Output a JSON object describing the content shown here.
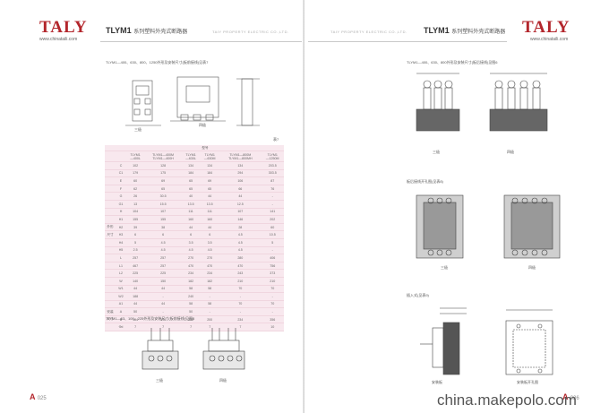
{
  "left_page": {
    "logo": "TALY",
    "url": "www.chinataili.com",
    "series_title": "TLYM1",
    "series_subtitle": "系列塑料外壳式断路器",
    "company": "TAIY PROPERTY ELECTRIC CO.,LTD.",
    "caption_top": "TLYM1—400、630、800、1250外形及安装尺寸(板前接线)见表7",
    "table_label": "表7",
    "caption_bottom": "TLYM1—63、100、225外形及安装尺寸(板前接线)见图5",
    "label_sanji": "三极",
    "label_siji": "四极",
    "label_front_a": "三极",
    "label_front_b": "四极",
    "page_letter": "A",
    "page_number": "025"
  },
  "right_page": {
    "logo": "TALY",
    "url": "www.chinataili.com",
    "series_title": "TLYM1",
    "series_subtitle": "系列塑料外壳式断路器",
    "company": "TAIY PROPERTY ELECTRIC CO.,LTD.",
    "caption_top": "TLYM1—400、630、800外形及安装尺寸(板后接线)见图6",
    "label_sanji": "三极",
    "label_siji": "四极",
    "caption_mid": "板后接线开孔图(见表8)",
    "label_mid_a": "三极",
    "label_mid_b": "四极",
    "caption_bottom": "插入式(见表9)",
    "label_install": "安装板",
    "label_install_hole": "安装板开孔图",
    "page_letter": "A",
    "page_number": "026"
  },
  "watermark": "china.makepolo.com",
  "spec_table": {
    "header_model": "型号",
    "columns": [
      "TLYM1\n—400L",
      "TLYM1—400M\nTLYM1—400H",
      "TLYM1\n—630L",
      "TLYM1\n—630M",
      "TLYM1—800M\nTLYM1—800MH",
      "TLYM1\n—1250M"
    ],
    "rows": [
      {
        "group": "",
        "sym": "C",
        "vals": [
          "102",
          "128",
          "134",
          "134",
          "134",
          "203.5"
        ]
      },
      {
        "group": "",
        "sym": "C1",
        "vals": [
          "179",
          "175",
          "184",
          "184",
          "294",
          "303.5"
        ]
      },
      {
        "group": "",
        "sym": "E",
        "vals": [
          "60",
          "69",
          "65",
          "69",
          "106",
          "87"
        ]
      },
      {
        "group": "",
        "sym": "F",
        "vals": [
          "62",
          "65",
          "65",
          "65",
          "66",
          "76"
        ]
      },
      {
        "group": "",
        "sym": "G",
        "vals": [
          "26",
          "30.5",
          "40",
          "44",
          "44",
          "-"
        ]
      },
      {
        "group": "",
        "sym": "G1",
        "vals": [
          "13",
          "15.5",
          "13.5",
          "13.5",
          "12.5",
          "-"
        ]
      },
      {
        "group": "",
        "sym": "H",
        "vals": [
          "104",
          "107",
          "111",
          "111",
          "107",
          "141"
        ]
      },
      {
        "group": "",
        "sym": "H1",
        "vals": [
          "155",
          "155",
          "160",
          "160",
          "146",
          "202"
        ]
      },
      {
        "group": "外形",
        "sym": "H2",
        "vals": [
          "39",
          "38",
          "44",
          "44",
          "28",
          "60"
        ]
      },
      {
        "group": "尺寸",
        "sym": "H3",
        "vals": [
          "6",
          "6",
          "6",
          "6",
          "4.5",
          "10.5"
        ]
      },
      {
        "group": "",
        "sym": "H4",
        "vals": [
          "5",
          "4.5",
          "3.5",
          "3.5",
          "4.5",
          "5"
        ]
      },
      {
        "group": "",
        "sym": "H5",
        "vals": [
          "2.5",
          "4.5",
          "4.5",
          "4.5",
          "4.5",
          "-"
        ]
      },
      {
        "group": "",
        "sym": "L",
        "vals": [
          "257",
          "257",
          "270",
          "270",
          "280",
          "406"
        ]
      },
      {
        "group": "",
        "sym": "L1",
        "vals": [
          "467",
          "257",
          "470",
          "470",
          "470",
          "756"
        ]
      },
      {
        "group": "",
        "sym": "L2",
        "vals": [
          "225",
          "225",
          "234",
          "234",
          "243",
          "373"
        ]
      },
      {
        "group": "",
        "sym": "W",
        "vals": [
          "140",
          "150",
          "182",
          "182",
          "210",
          "210"
        ]
      },
      {
        "group": "",
        "sym": "W1",
        "vals": [
          "44",
          "44",
          "58",
          "58",
          "70",
          "70"
        ]
      },
      {
        "group": "",
        "sym": "W2",
        "vals": [
          "188",
          "-",
          "240",
          "-",
          "-",
          "-"
        ]
      },
      {
        "group": "",
        "sym": "A1",
        "vals": [
          "44",
          "44",
          "58",
          "58",
          "70",
          "70"
        ]
      },
      {
        "group": "安装",
        "sym": "A",
        "vals": [
          "50",
          "-",
          "50",
          "-",
          "-",
          "-"
        ]
      },
      {
        "group": "尺寸",
        "sym": "B",
        "vals": [
          "194",
          "194",
          "200",
          "200",
          "234",
          "356"
        ]
      },
      {
        "group": "",
        "sym": "Φd",
        "vals": [
          "7",
          "7",
          "7",
          "7",
          "7",
          "10"
        ]
      }
    ]
  }
}
